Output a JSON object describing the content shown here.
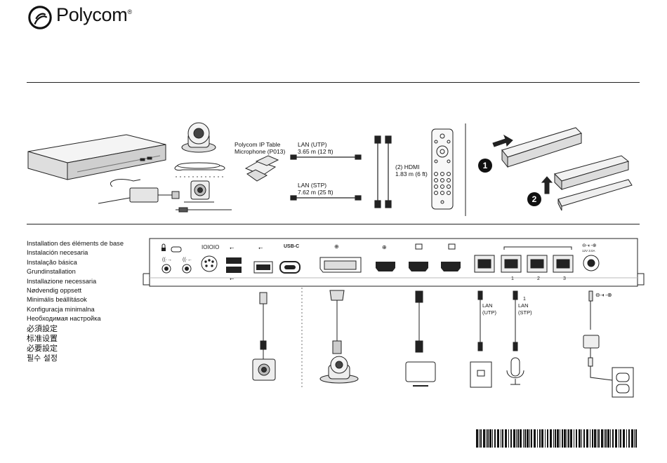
{
  "brand": {
    "name": "Polycom",
    "trademark": "®"
  },
  "box_contents": {
    "microphone_label_line1": "Polycom IP Table",
    "microphone_label_line2": "Microphone (P013)",
    "lan_utp_label": "LAN (UTP)",
    "lan_utp_length": "3.65 m (12 ft)",
    "lan_stp_label": "LAN (STP)",
    "lan_stp_length": "7.62 m (25 ft)",
    "hdmi_label": "(2) HDMI",
    "hdmi_length": "1.83 m (6 ft)"
  },
  "cover_steps": [
    "1",
    "2"
  ],
  "install_titles": [
    "Installation des éléments de base",
    "Instalación necesaria",
    "Instalação básica",
    "Grundinstallation",
    "Installazione necessaria",
    "Nødvendig oppsett",
    "Minimális beállítások",
    "Konfiguracja minimalna",
    "Необходимая настройка"
  ],
  "install_titles_cjk": [
    "必須設定",
    "标准设置",
    "必要設定",
    "필수 설정"
  ],
  "rear_panel": {
    "usbc_label": "USB-C",
    "lan_port_numbers": [
      "1",
      "2",
      "3"
    ],
    "power_rating": "12V 3.0A"
  },
  "connections": {
    "lan_utp_line1": "LAN",
    "lan_utp_line2": "(UTP)",
    "lan_stp_line1": "LAN",
    "lan_stp_line2": "(STP)",
    "mic_port_number": "1"
  }
}
